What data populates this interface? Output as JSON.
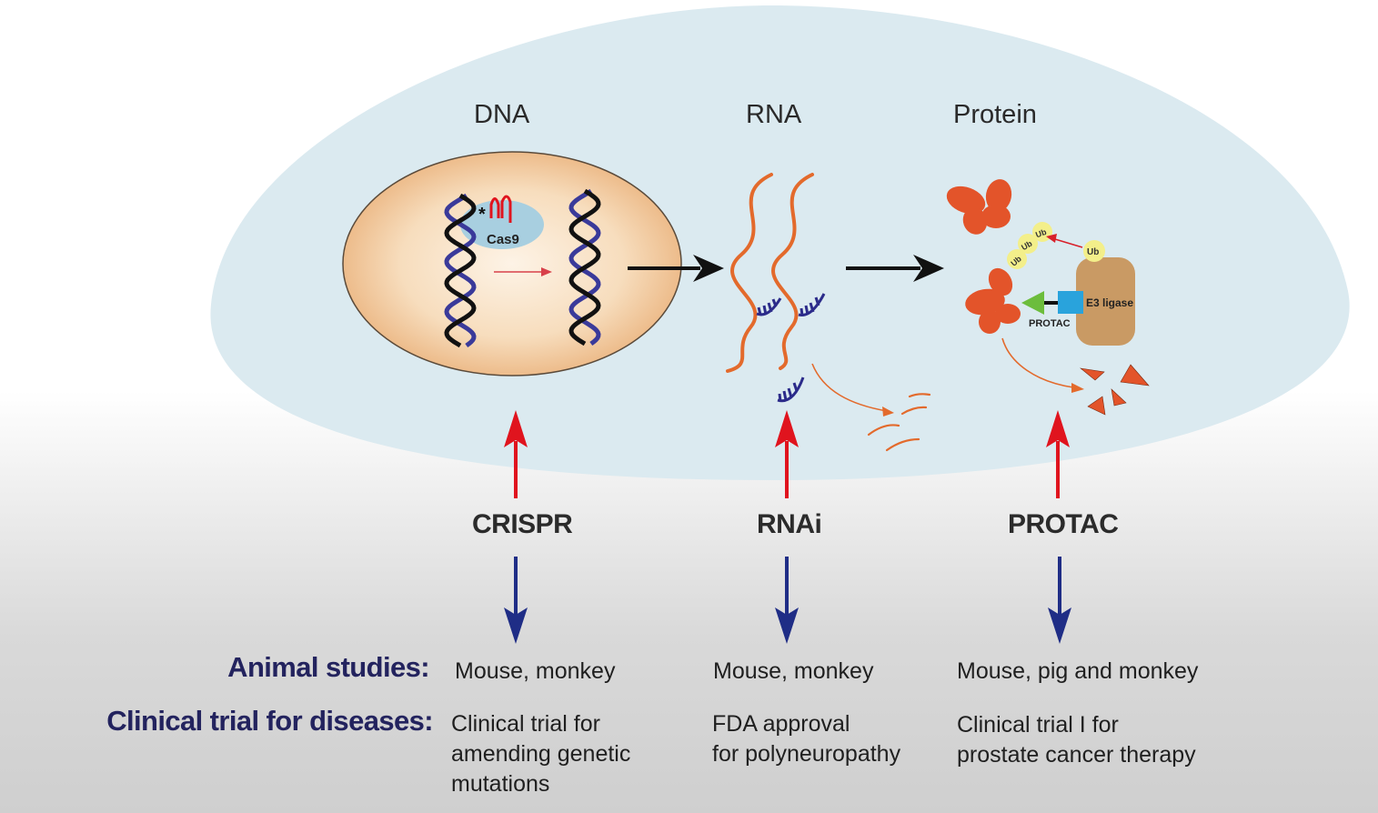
{
  "levels": {
    "dna": "DNA",
    "rna": "RNA",
    "protein": "Protein"
  },
  "labels": {
    "cas9": "Cas9",
    "e3_ligase": "E3 ligase",
    "protac_small": "PROTAC",
    "ub": "Ub"
  },
  "technologies": {
    "crispr": "CRISPR",
    "rnai": "RNAi",
    "protac": "PROTAC"
  },
  "rows": {
    "animal_header": "Animal studies:",
    "clinical_header": "Clinical trial for diseases:"
  },
  "animal": {
    "crispr": "Mouse, monkey",
    "rnai": "Mouse, monkey",
    "protac": "Mouse, pig and monkey"
  },
  "clinical": {
    "crispr": "Clinical trial for\namending genetic\nmutations",
    "rnai": "FDA approval\nfor polyneuropathy",
    "protac": "Clinical trial I for\nprostate cancer therapy"
  },
  "colors": {
    "cell": "#dbeaf0",
    "nucleus": "#f1c898",
    "rna_strand": "#e36a2c",
    "dna_blue": "#3a3a9a",
    "red_arrow": "#e0141e",
    "blue_arrow": "#1f2d86",
    "protein": "#e3542a",
    "e3": "#c99a64",
    "protac_box": "#29a3dc",
    "protac_arrow": "#6cbd3c",
    "ub": "#f3ef8a"
  }
}
